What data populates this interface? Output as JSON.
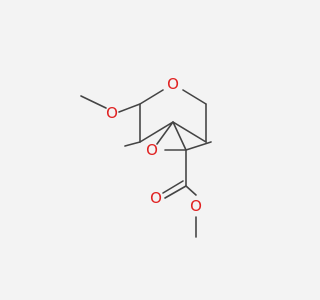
{
  "molecule": {
    "colors": {
      "background": "#f3f3f3",
      "bond": "#444444",
      "oxygen": "#e02020"
    },
    "atom_labels": {
      "ring_oxygen": "O",
      "methoxy_oxygen": "O",
      "epoxide_oxygen": "O",
      "carbonyl_oxygen": "O",
      "ester_oxygen": "O"
    }
  }
}
